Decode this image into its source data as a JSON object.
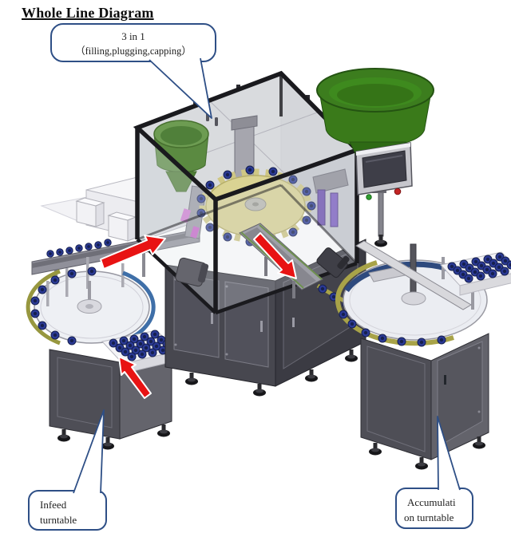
{
  "page": {
    "title": "Whole Line Diagram"
  },
  "callouts": {
    "machine": {
      "line1": "3 in 1",
      "line2": "（filling,plugging,capping）"
    },
    "infeed": {
      "line1": "Infeed",
      "line2": "turntable"
    },
    "accumulation": {
      "line1": "Accumulati",
      "line2": "on turntable"
    }
  },
  "illustration": {
    "flow_arrow_count": 3,
    "components": [
      "infeed-turntable",
      "infeed-bottle-tray",
      "infeed-conveyor",
      "junction-box",
      "machine-enclosure",
      "bowl-feeder-left",
      "bowl-feeder-right",
      "star-wheel",
      "hmi-panel",
      "machine-cabinet",
      "outfeed-conveyor",
      "accumulation-turntable",
      "accumulation-bottle-tray",
      "flow-arrows"
    ],
    "colors": {
      "flow_arrow_red": "#e81313",
      "bowl_feeder_green": "#3c7d1e",
      "star_wheel_yellow": "#d9d28f",
      "bottle_blue": "#2b3a96",
      "cabinet_gray": "#4e4e56",
      "frame_black": "#1a1a1e",
      "guide_rail_olive": "#a8a348",
      "guide_rail_blue": "#3f6fa8",
      "callout_border_blue": "#2e4f86"
    }
  }
}
